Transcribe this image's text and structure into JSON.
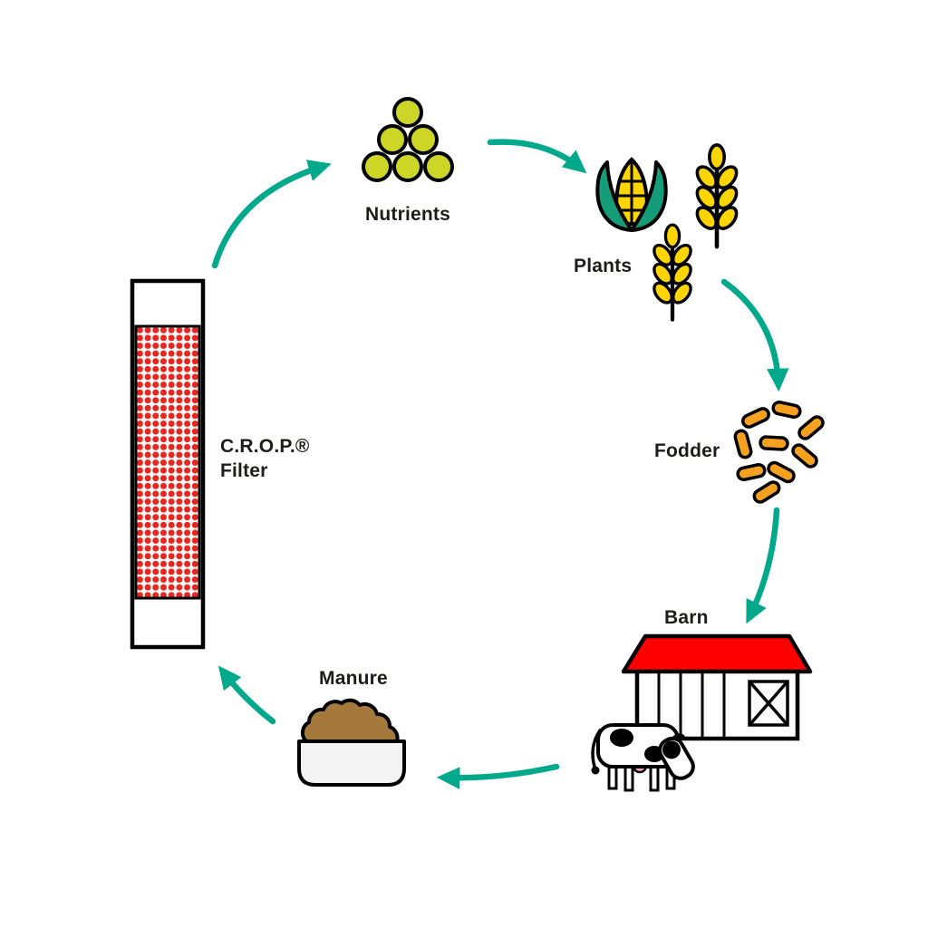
{
  "diagram": {
    "type": "cycle",
    "nodes": {
      "filter": {
        "label_line1": "C.R.O.P.®",
        "label_line2": "Filter"
      },
      "nutrients": {
        "label": "Nutrients"
      },
      "plants": {
        "label": "Plants"
      },
      "fodder": {
        "label": "Fodder"
      },
      "barn": {
        "label": "Barn"
      },
      "manure": {
        "label": "Manure"
      }
    },
    "edges": [
      {
        "from": "filter",
        "to": "nutrients"
      },
      {
        "from": "nutrients",
        "to": "plants"
      },
      {
        "from": "plants",
        "to": "fodder"
      },
      {
        "from": "fodder",
        "to": "barn"
      },
      {
        "from": "barn",
        "to": "manure"
      },
      {
        "from": "manure",
        "to": "filter"
      }
    ]
  },
  "colors": {
    "arrow": "#00a98b",
    "nutrient": "#cdd626",
    "grain": "#ffd500",
    "leaf": "#159c78",
    "fodder": "#f6a01f",
    "barnred": "#ff0000",
    "filterdot": "#e8251f",
    "manure": "#a5793c",
    "label": "#1d1d1b"
  }
}
